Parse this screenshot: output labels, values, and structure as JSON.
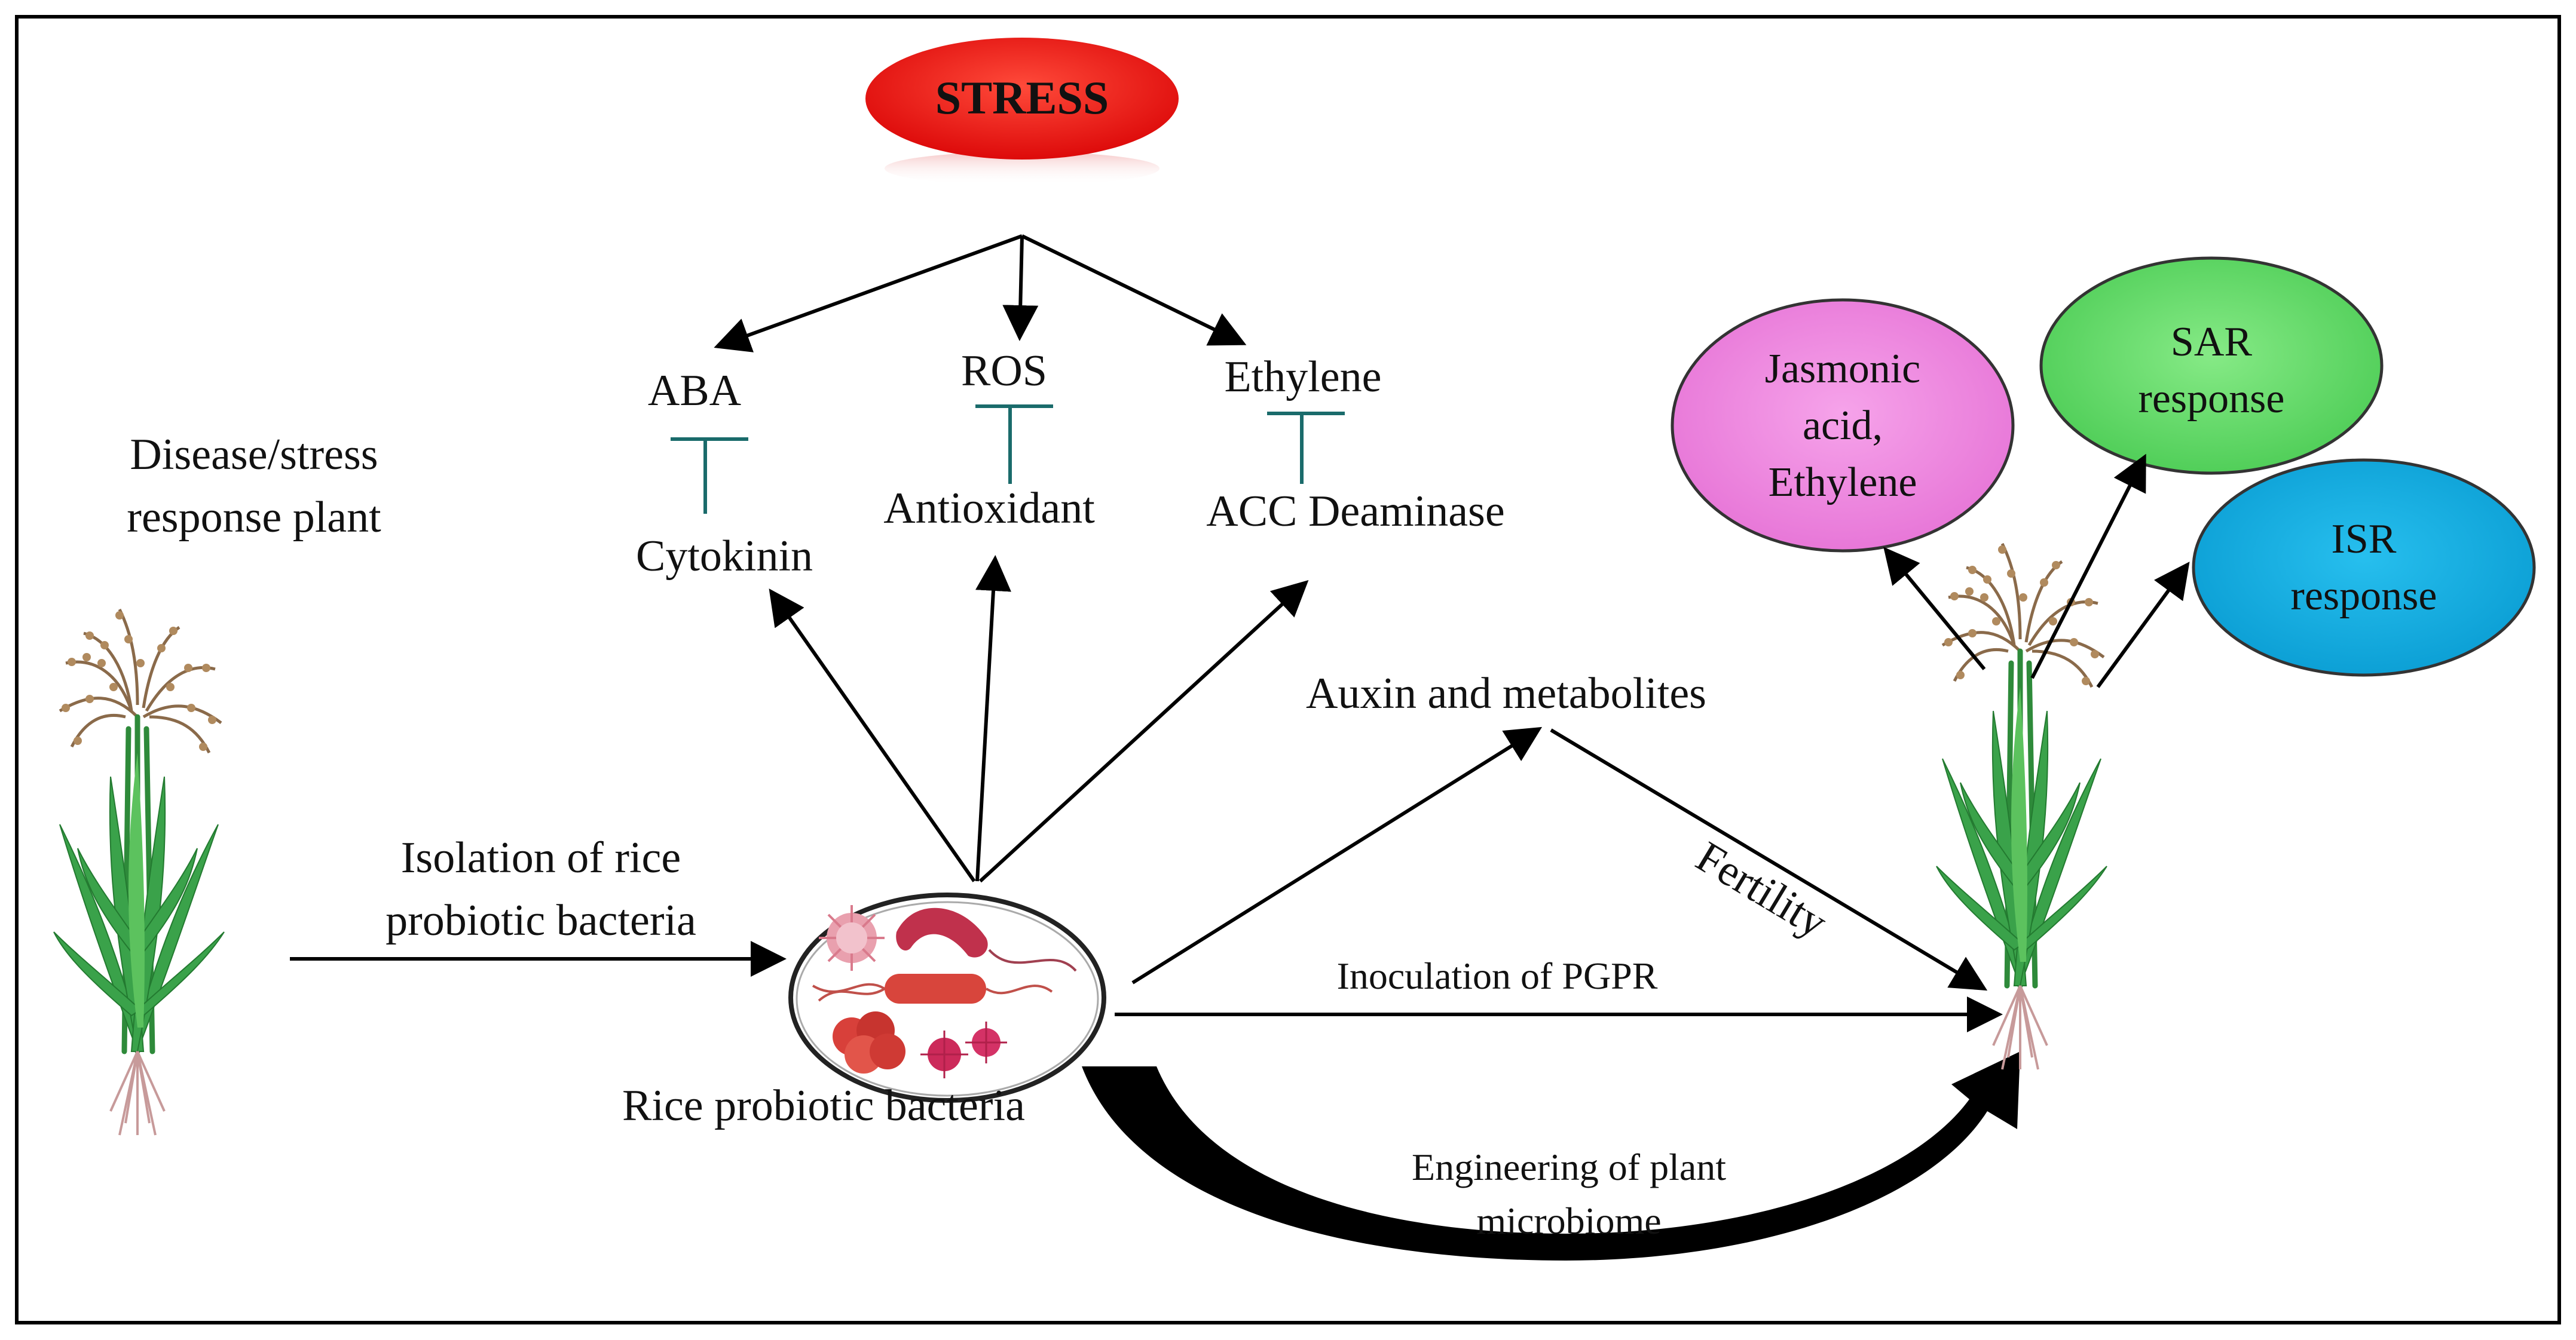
{
  "stress": {
    "label": "STRESS",
    "color": "#ee1111"
  },
  "hormones": {
    "aba": "ABA",
    "ros": "ROS",
    "ethylene": "Ethylene"
  },
  "counters": {
    "cytokinin": "Cytokinin",
    "antioxidant": "Antioxidant",
    "acc": "ACC Deaminase"
  },
  "left_plant": {
    "line1": "Disease/stress",
    "line2": "response plant"
  },
  "isolation": {
    "line1": "Isolation of rice",
    "line2": "probiotic bacteria"
  },
  "bacteria": {
    "caption": "Rice probiotic bacteria"
  },
  "pathways": {
    "auxin": "Auxin and metabolites",
    "fertility": "Fertility",
    "inoculation": "Inoculation of PGPR",
    "engineering_line1": "Engineering of plant",
    "engineering_line2": "microbiome"
  },
  "responses": {
    "jasmonic": {
      "line1": "Jasmonic",
      "line2": "acid,",
      "line3": "Ethylene",
      "color": "#ee88dd"
    },
    "sar": {
      "line1": "SAR",
      "line2": "response",
      "color": "#66dd66"
    },
    "isr": {
      "line1": "ISR",
      "line2": "response",
      "color": "#11aadd"
    }
  },
  "colors": {
    "inhibition": "#1a6b6b",
    "arrow": "#000000"
  },
  "icons": [
    "rice-plant-icon",
    "bacteria-cluster-icon"
  ]
}
